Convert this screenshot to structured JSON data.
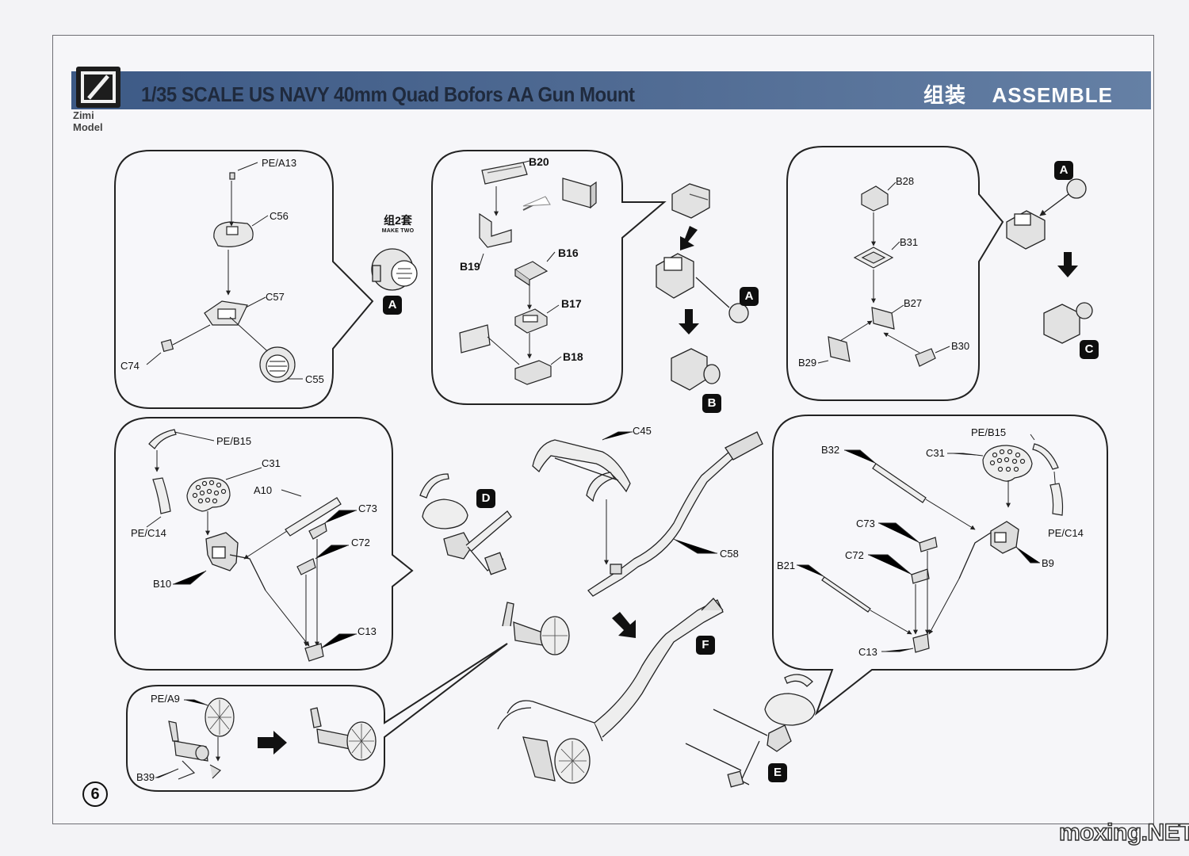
{
  "header": {
    "brand": "Zimi Model",
    "title": "1/35 SCALE US NAVY 40mm Quad Bofors AA Gun Mount",
    "section_cn": "组装",
    "section_en": "ASSEMBLE"
  },
  "make_two": {
    "cn": "组2套",
    "en": "MAKE TWO"
  },
  "labels": {
    "pe_a13": "PE/A13",
    "c56": "C56",
    "c57": "C57",
    "c74": "C74",
    "c55": "C55",
    "b20": "B20",
    "b19": "B19",
    "b16": "B16",
    "b17": "B17",
    "b18": "B18",
    "b28": "B28",
    "b31": "B31",
    "b27": "B27",
    "b29": "B29",
    "b30": "B30",
    "pe_b15_left": "PE/B15",
    "c31_left": "C31",
    "a10": "A10",
    "c73_left": "C73",
    "c72_left": "C72",
    "pe_c14_left": "PE/C14",
    "b10": "B10",
    "c13_left": "C13",
    "c45": "C45",
    "c58": "C58",
    "pe_b15_right": "PE/B15",
    "b32": "B32",
    "c31_right": "C31",
    "c73_right": "C73",
    "c72_right": "C72",
    "pe_c14_right": "PE/C14",
    "b9": "B9",
    "b21": "B21",
    "c13_right": "C13",
    "pe_a9": "PE/A9",
    "b39": "B39"
  },
  "tags": {
    "a_first": "A",
    "a_second": "A",
    "a_third": "A",
    "b": "B",
    "c": "C",
    "d": "D",
    "e": "E",
    "f": "F"
  },
  "page_number": "6",
  "watermark": "moxing.NET"
}
